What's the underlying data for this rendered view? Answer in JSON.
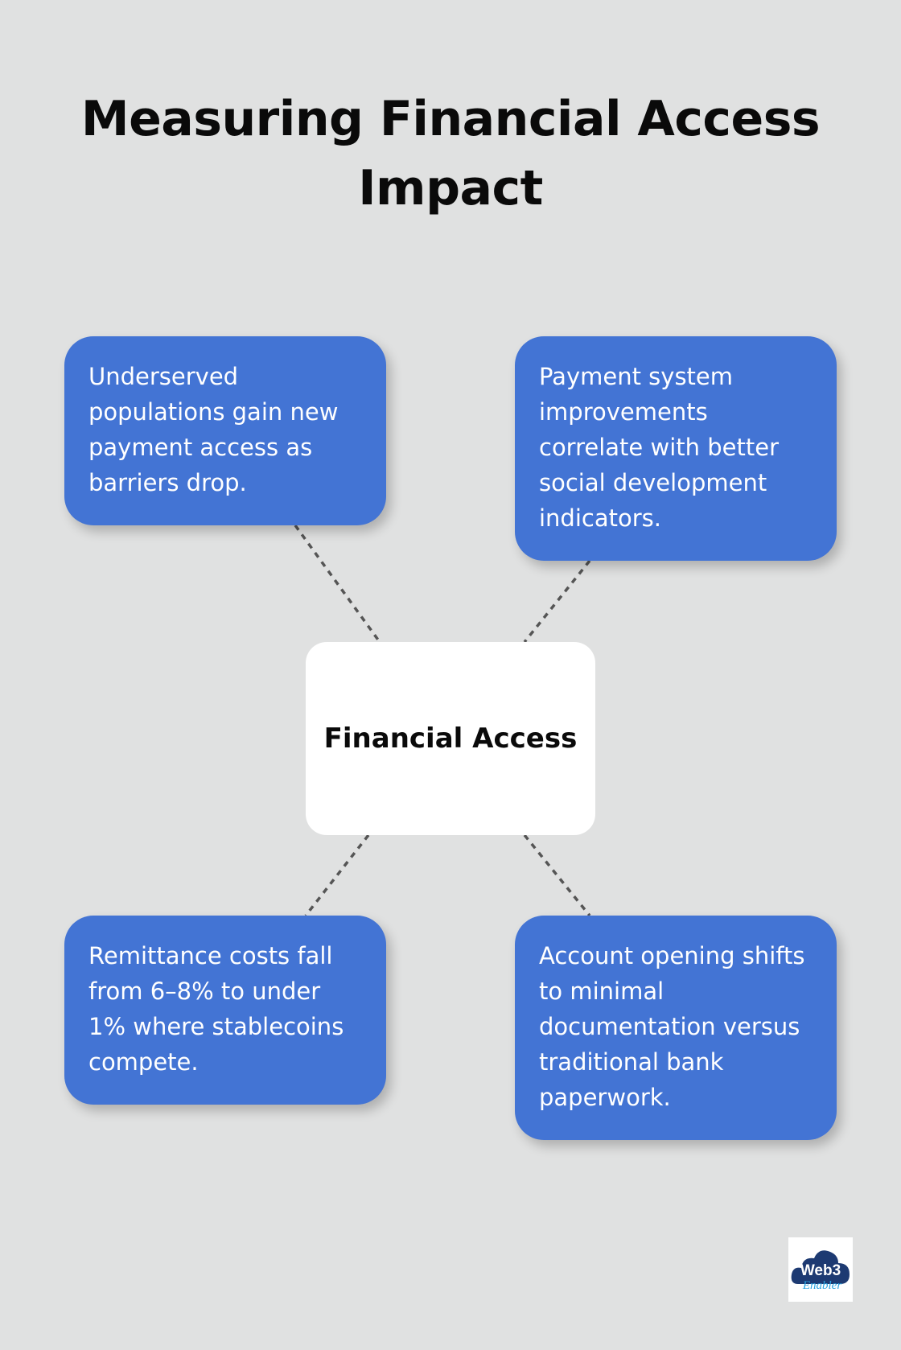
{
  "title": "Measuring Financial Access Impact",
  "center": {
    "label": "Financial Access"
  },
  "cards": [
    {
      "text": "Underserved populations gain new payment access as barriers drop."
    },
    {
      "text": "Payment system improvements correlate with better social development indicators."
    },
    {
      "text": "Remittance costs fall from 6–8% to under 1% where stablecoins compete."
    },
    {
      "text": "Account opening shifts to minimal documentation versus traditional bank paperwork."
    }
  ],
  "logo": {
    "line1": "Web3",
    "line2": "Enabler"
  },
  "colors": {
    "background": "#e0e1e1",
    "card": "#4374d4",
    "center": "#ffffff",
    "connector": "#555555"
  }
}
